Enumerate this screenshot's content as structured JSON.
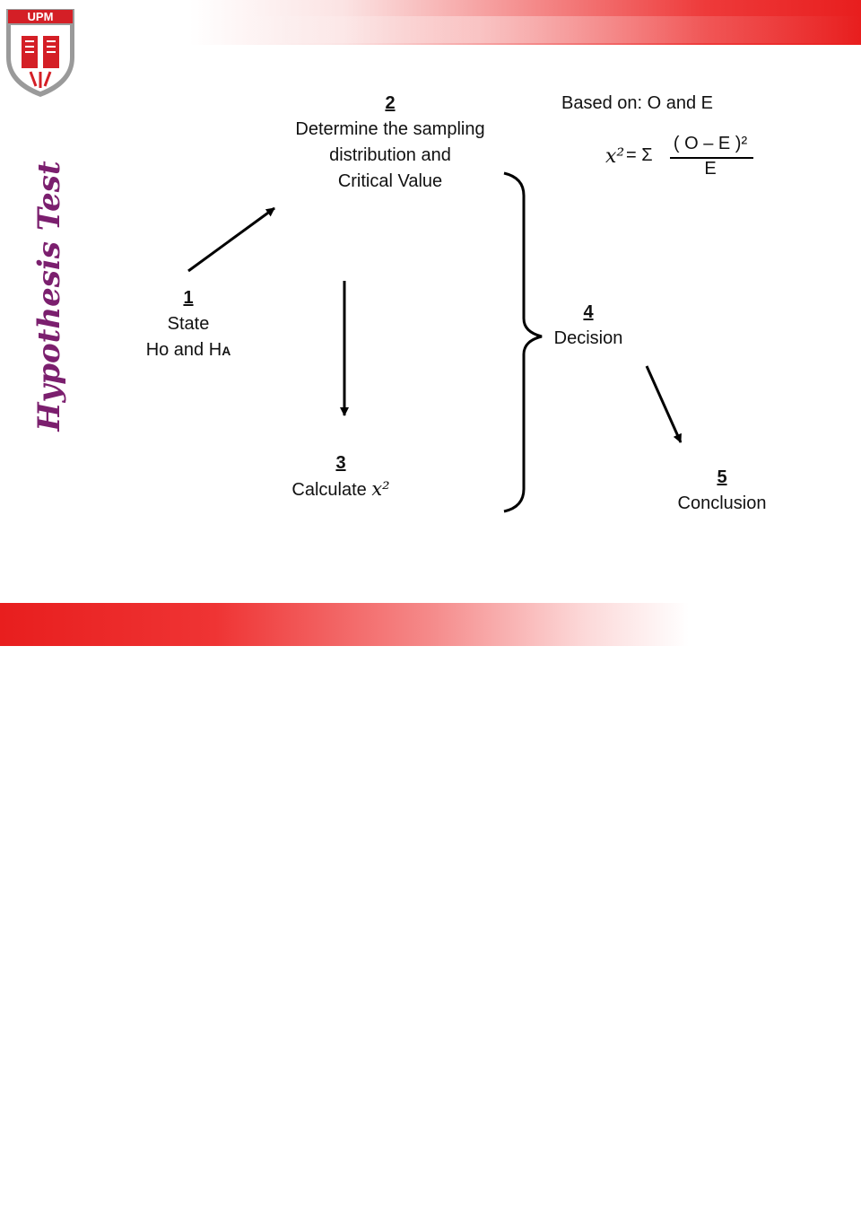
{
  "logo": {
    "text": "UPM"
  },
  "title": "Hypothesis Test",
  "steps": [
    {
      "number": "1",
      "lines": [
        "State",
        "Ho and H",
        "A"
      ]
    },
    {
      "number": "2",
      "lines": [
        "Determine the sampling",
        "distribution and",
        "Critical Value"
      ]
    },
    {
      "number": "3",
      "label": "Calculate",
      "symbol": "x²"
    },
    {
      "number": "4",
      "label": "Decision"
    },
    {
      "number": "5",
      "label": "Conclusion"
    }
  ],
  "formula": {
    "based_on": "Based on: O and E",
    "lhs": "x²",
    "equals_sum": "= Σ",
    "numerator": "( O – E )²",
    "denominator": "E"
  },
  "colors": {
    "title": "#7b1f6e",
    "brand_red": "#e81e1e"
  }
}
